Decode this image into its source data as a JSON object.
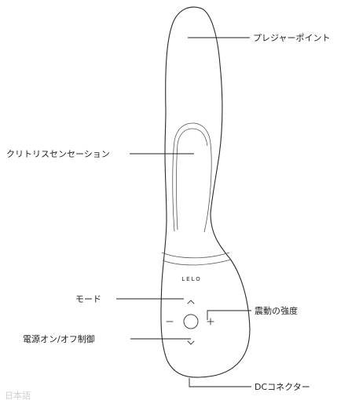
{
  "device": {
    "brand_logo": "LELO"
  },
  "labels": {
    "pleasure_point": "プレジャーポイント",
    "clitoral_sensation": "クリトリスセンセーション",
    "mode": "モード",
    "vibration_intensity": "震動の強度",
    "power_on_off": "電源オン/オフ制御",
    "dc_connector": "DCコネクター"
  },
  "footer": {
    "faded_text": "日本語"
  },
  "icons": {
    "mode_up": "chevron-up-icon",
    "mode_down": "chevron-down-icon",
    "minus": "minus-icon",
    "plus": "plus-icon",
    "power": "power-button"
  }
}
